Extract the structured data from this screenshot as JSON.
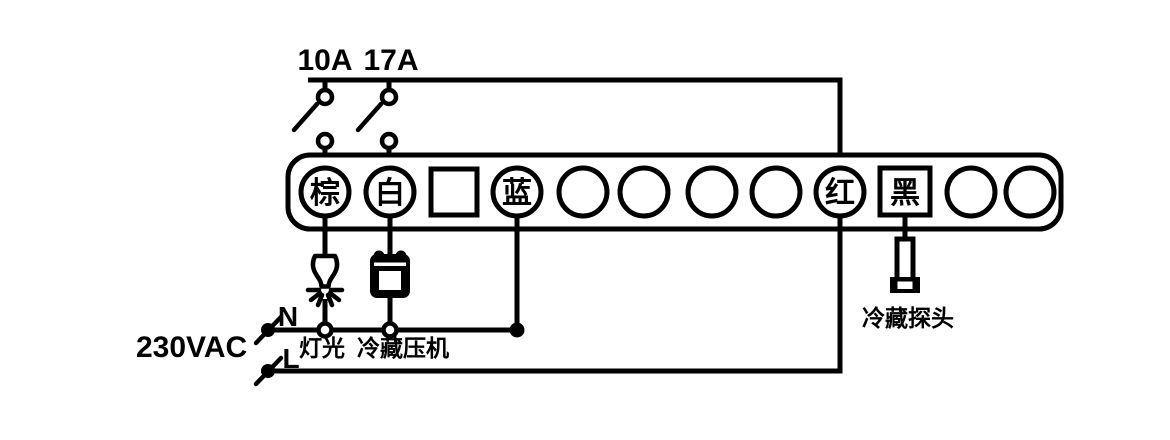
{
  "diagram": {
    "background_color": "#ffffff",
    "line_color": "#000000",
    "supply": {
      "voltage_label": "230VAC",
      "neutral_label": "N",
      "live_label": "L"
    },
    "fuses": {
      "fuse1_label": "10A",
      "fuse2_label": "17A"
    },
    "terminals": [
      {
        "shape": "circle",
        "label": "棕"
      },
      {
        "shape": "circle",
        "label": "白"
      },
      {
        "shape": "square",
        "label": ""
      },
      {
        "shape": "circle",
        "label": "蓝"
      },
      {
        "shape": "circle",
        "label": ""
      },
      {
        "shape": "circle",
        "label": ""
      },
      {
        "shape": "circle",
        "label": ""
      },
      {
        "shape": "circle",
        "label": ""
      },
      {
        "shape": "circle",
        "label": "红"
      },
      {
        "shape": "square",
        "label": "黑"
      },
      {
        "shape": "circle",
        "label": ""
      },
      {
        "shape": "circle",
        "label": ""
      }
    ],
    "loads": {
      "light_label": "灯光",
      "compressor_label": "冷藏压机",
      "probe_label": "冷藏探头"
    }
  }
}
